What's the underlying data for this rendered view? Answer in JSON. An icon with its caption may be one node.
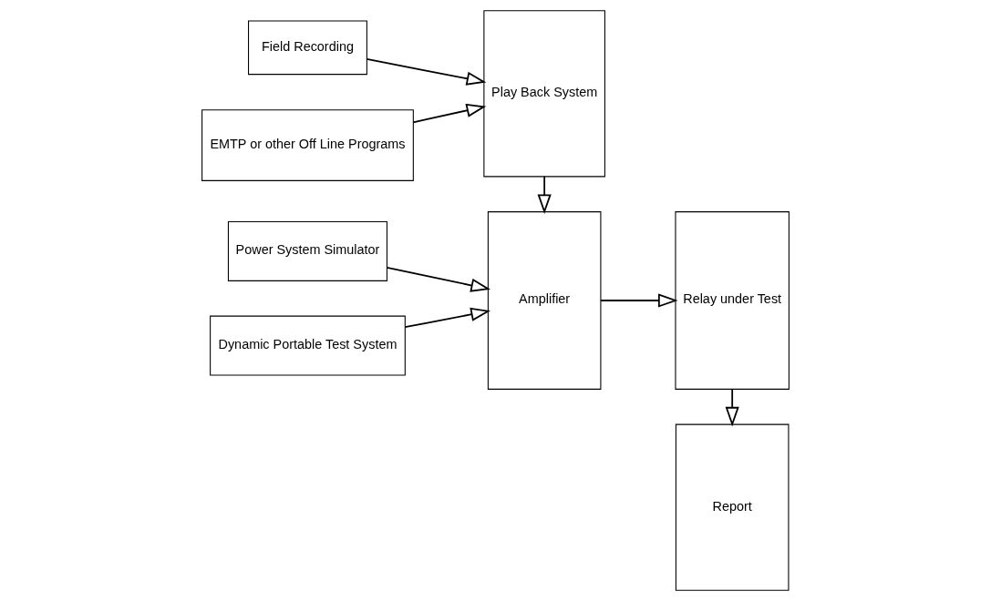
{
  "diagram": {
    "nodes": [
      {
        "text": [
          "Field Recording"
        ]
      },
      {
        "text": [
          "EMTP or other Off Line Programs"
        ]
      },
      {
        "text": [
          "Play Back System"
        ]
      },
      {
        "text": [
          "Report"
        ]
      },
      {
        "text": [
          "Power System Simulator"
        ]
      },
      {
        "text": [
          "Dynamic Portable Test System"
        ]
      },
      {
        "text": [
          "Amplifier"
        ]
      },
      {
        "text": [
          "Relay under Test"
        ]
      }
    ],
    "edges": [
      {
        "from": 0,
        "to": 2,
        "arrow": "to"
      },
      {
        "from": 1,
        "to": 2,
        "arrow": "to"
      },
      {
        "from": 2,
        "to": 6,
        "arrow": "to"
      },
      {
        "from": 4,
        "to": 6,
        "arrow": "to"
      },
      {
        "from": 5,
        "to": 6,
        "arrow": "to"
      },
      {
        "from": 6,
        "to": 7,
        "arrow": "to"
      },
      {
        "from": 7,
        "to": 3,
        "arrow": "to"
      }
    ]
  }
}
